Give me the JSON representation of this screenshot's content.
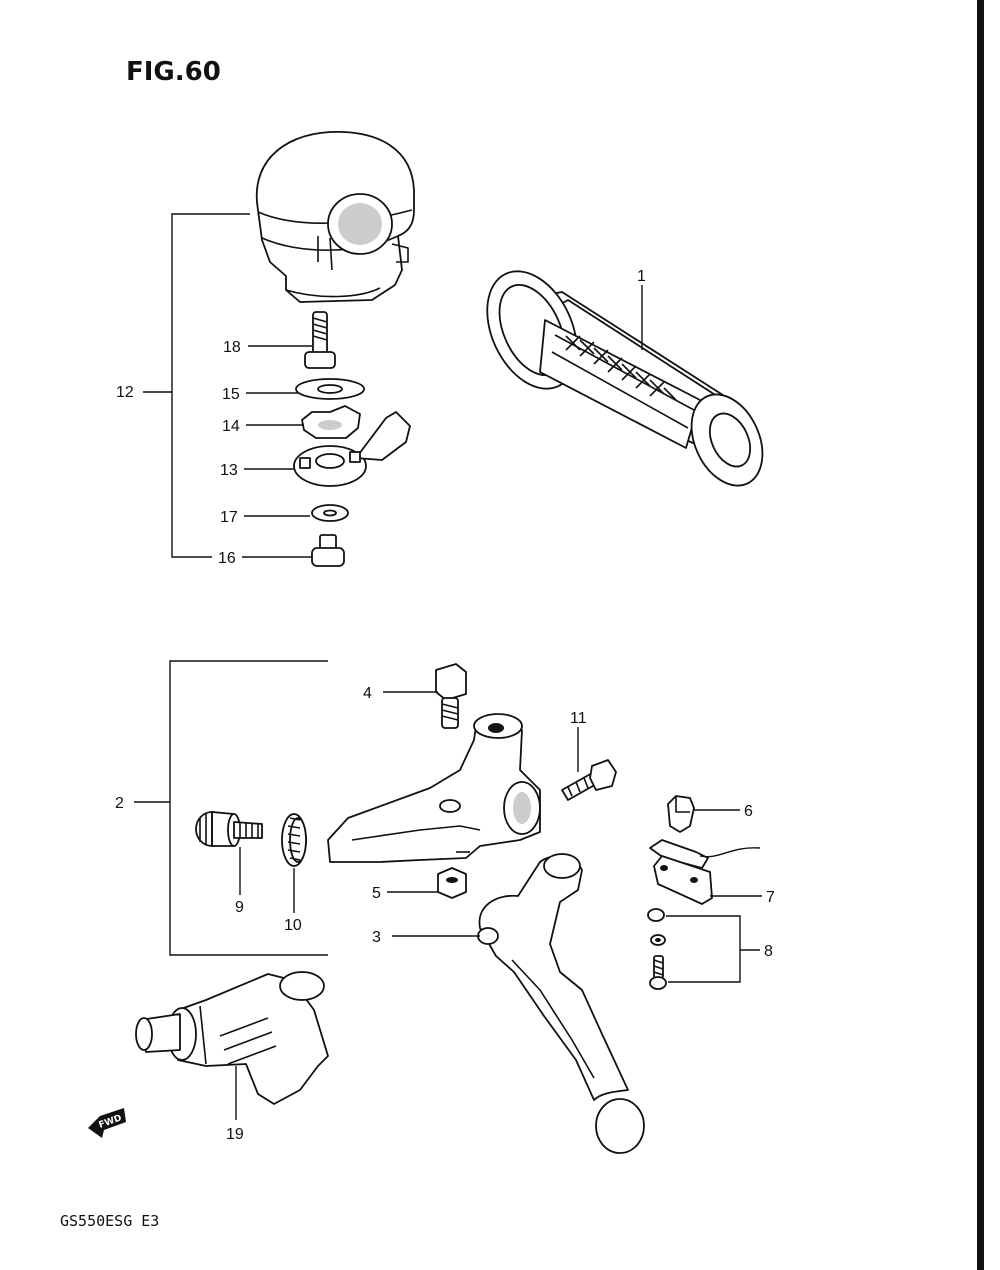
{
  "figure": {
    "title": "FIG.60",
    "footer_code": "GS550ESG E3",
    "direction_badge": "FWD"
  },
  "callouts": {
    "c1": "1",
    "c2": "2",
    "c3": "3",
    "c4": "4",
    "c5": "5",
    "c6": "6",
    "c7": "7",
    "c8": "8",
    "c9": "9",
    "c10": "10",
    "c11": "11",
    "c12": "12",
    "c13": "13",
    "c14": "14",
    "c15": "15",
    "c16": "16",
    "c17": "17",
    "c18": "18",
    "c19": "19"
  }
}
